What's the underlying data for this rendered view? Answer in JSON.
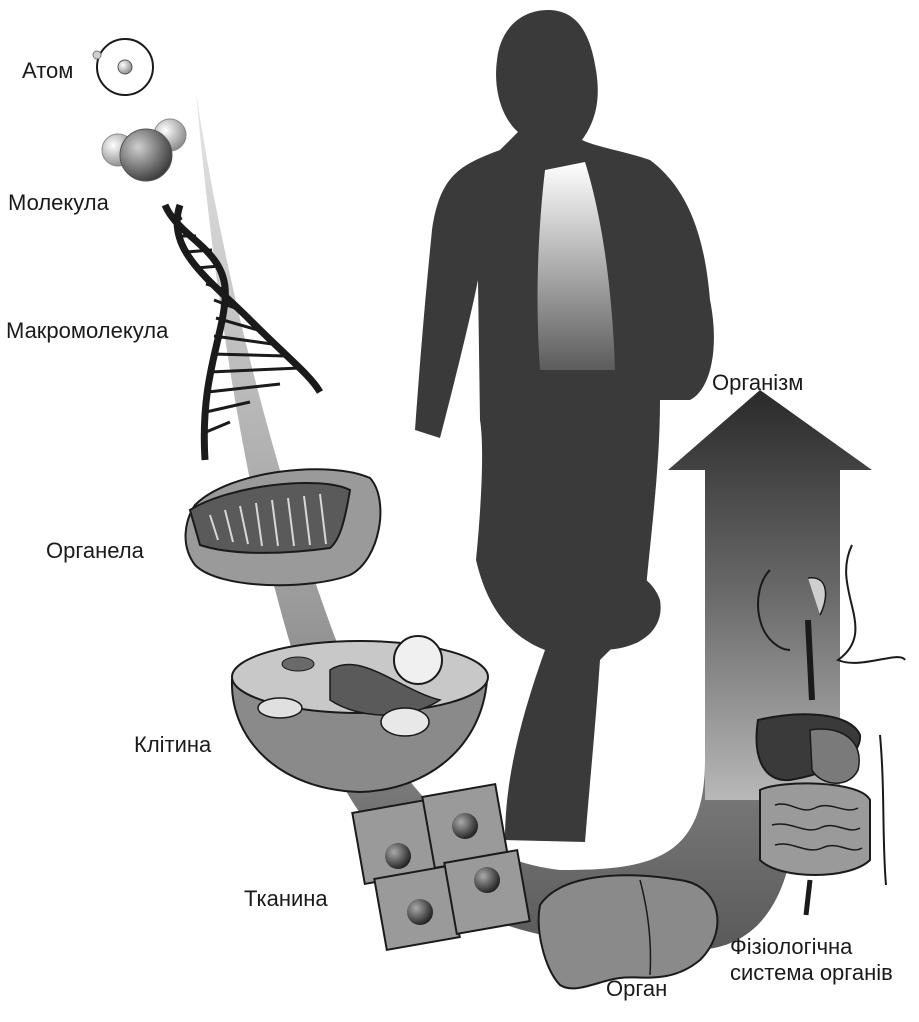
{
  "labels": {
    "atom": "Атом",
    "molecule": "Молекула",
    "macromolecule": "Макромолекула",
    "organelle": "Органела",
    "cell": "Клітина",
    "tissue": "Тканина",
    "organ": "Орган",
    "organ_system_line1": "Фізіологічна",
    "organ_system_line2": "система органів",
    "organism": "Організм"
  },
  "colors": {
    "silhouette": "#3a3a3a",
    "path_light": "#d4d4d4",
    "path_dark": "#2a2a2a",
    "text": "#1a1a1a"
  }
}
